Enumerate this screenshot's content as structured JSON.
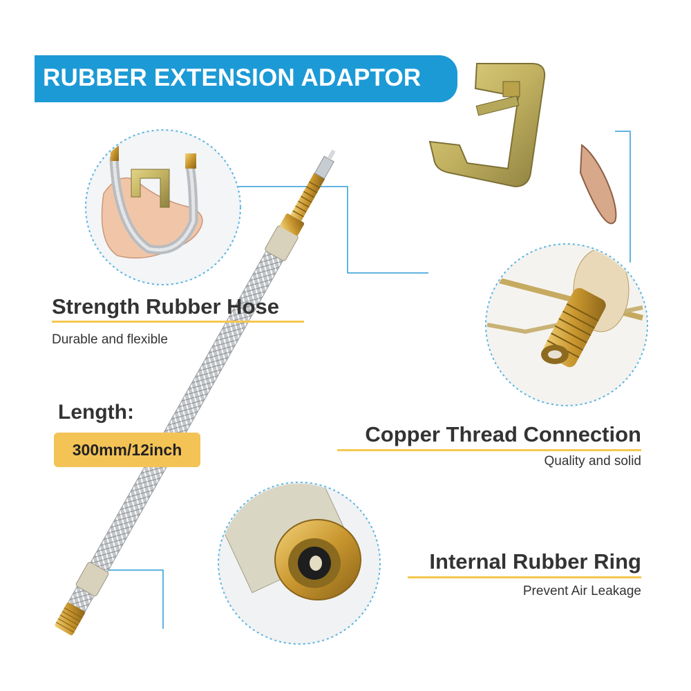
{
  "banner": {
    "title": "RUBBER EXTENSION ADAPTOR"
  },
  "features": [
    {
      "title": "Strength Rubber Hose",
      "subtitle": "Durable and flexible"
    },
    {
      "title": "Copper Thread Connection",
      "subtitle": "Quality and solid"
    },
    {
      "title": "Internal Rubber Ring",
      "subtitle": "Prevent Air Leakage"
    }
  ],
  "length": {
    "label": "Length:",
    "value": "300mm/12inch"
  },
  "colors": {
    "accent_blue": "#1c9ad6",
    "accent_yellow": "#f4c356",
    "circle_border": "#5bb4e0"
  },
  "icons": [
    "hose-in-hand-photo",
    "valve-thread-photo",
    "rubber-ring-photo",
    "braided-hose-product-image"
  ]
}
